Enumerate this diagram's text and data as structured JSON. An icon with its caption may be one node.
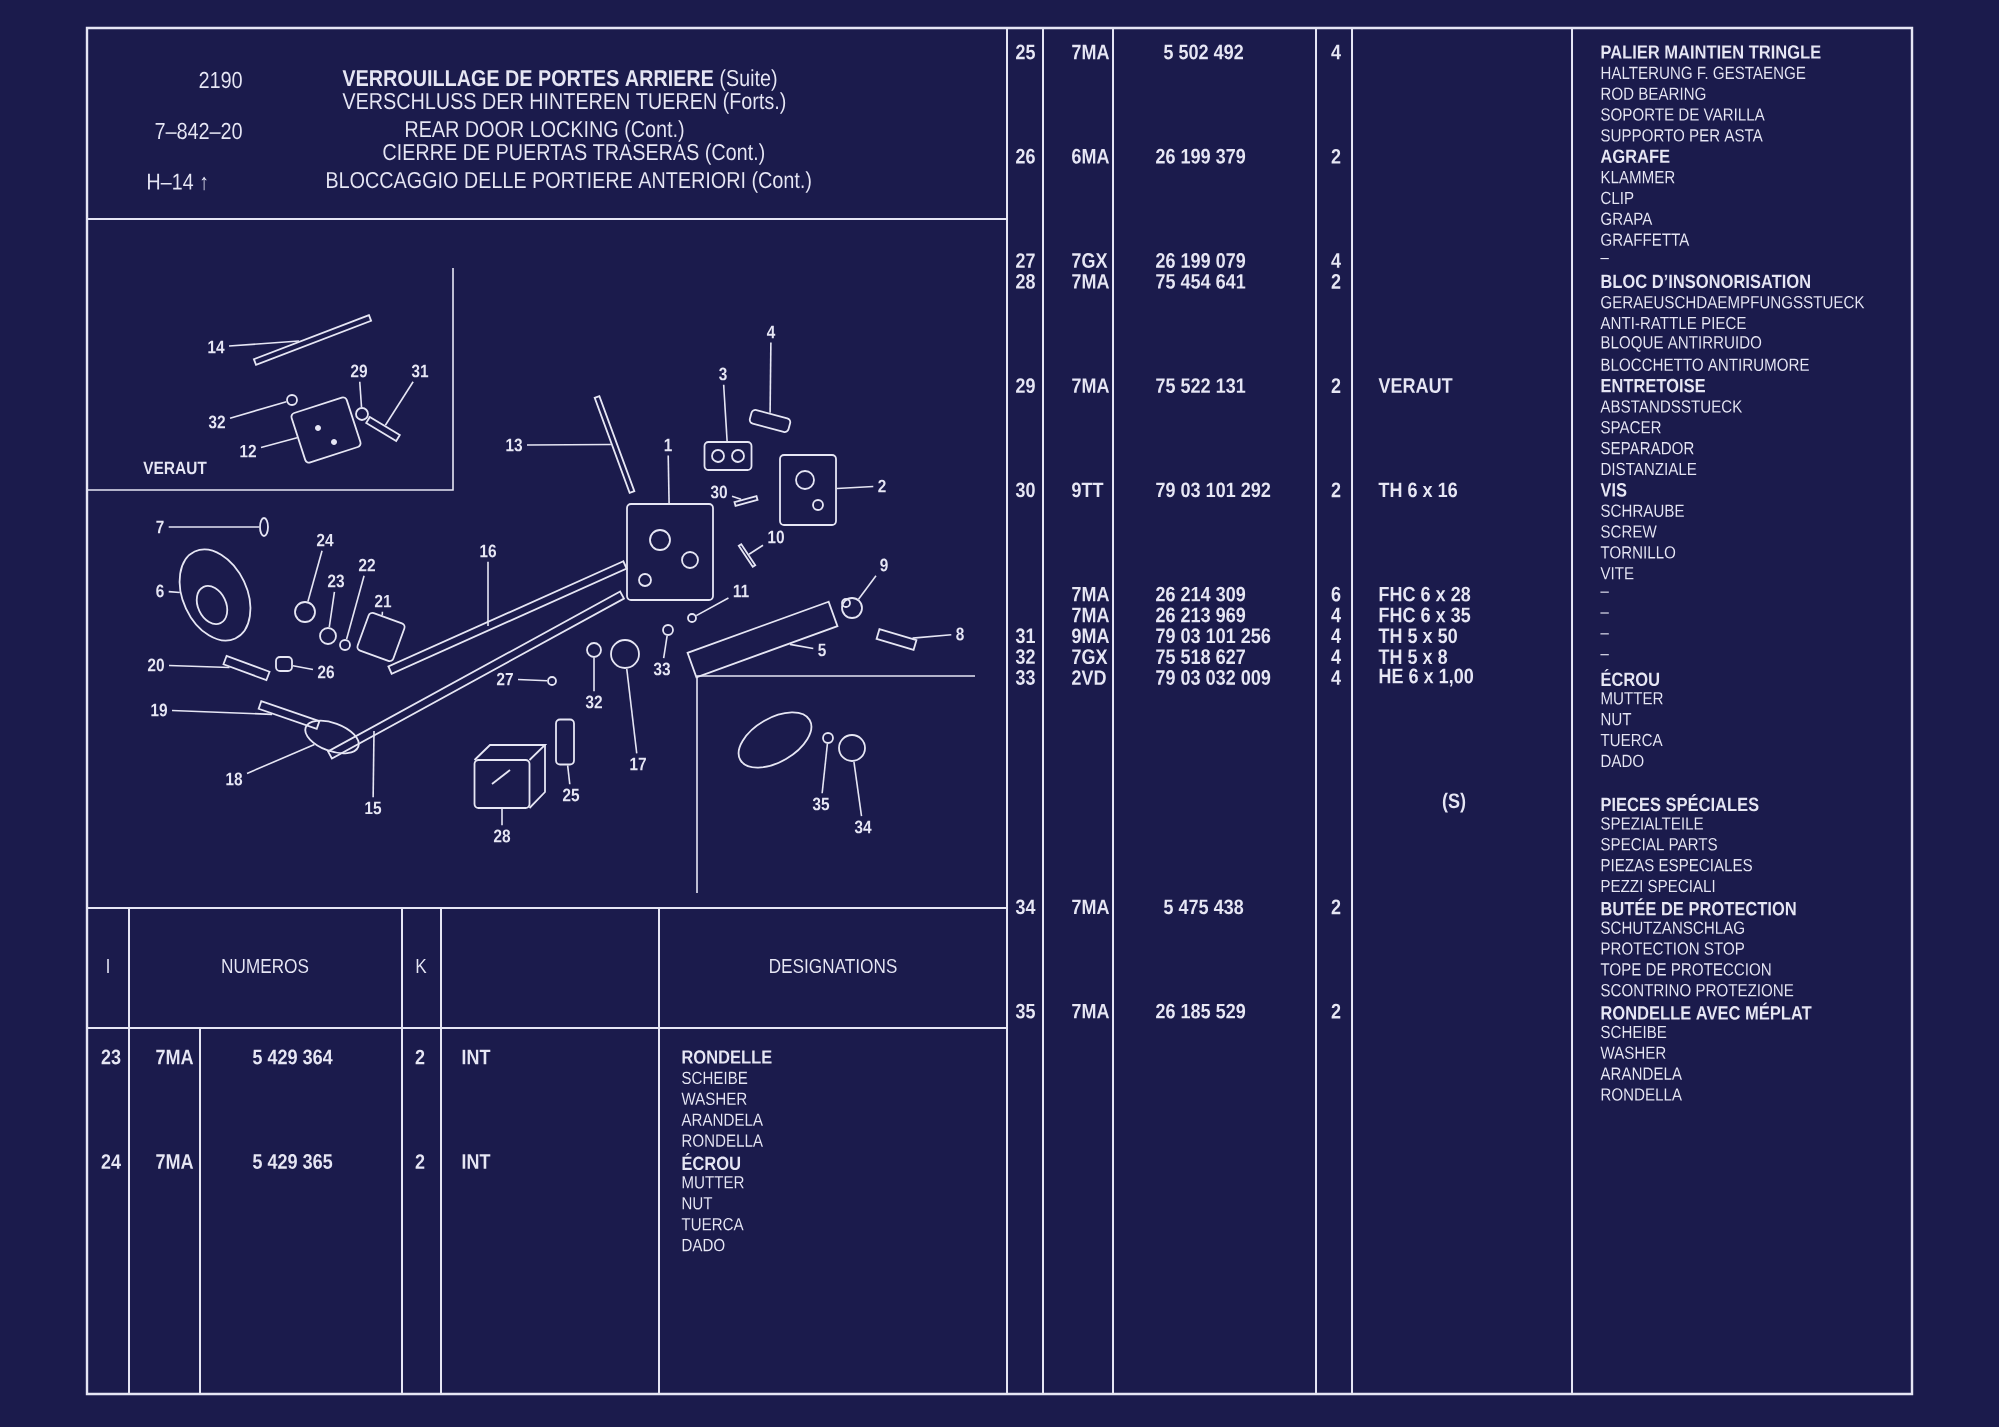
{
  "diagram": {
    "nodes": [
      {
        "text": [
          "14"
        ]
      },
      {
        "text": [
          "29"
        ]
      },
      {
        "text": [
          "31"
        ]
      },
      {
        "text": [
          "32"
        ]
      },
      {
        "text": [
          "12"
        ]
      },
      {
        "text": [
          "4"
        ]
      },
      {
        "text": [
          "3"
        ]
      },
      {
        "text": [
          "13"
        ]
      },
      {
        "text": [
          "1"
        ]
      },
      {
        "text": [
          "2"
        ]
      },
      {
        "text": [
          "30"
        ]
      },
      {
        "text": [
          "7"
        ]
      },
      {
        "text": [
          "10"
        ]
      },
      {
        "text": [
          "24"
        ]
      },
      {
        "text": [
          "16"
        ]
      },
      {
        "text": [
          "22"
        ]
      },
      {
        "text": [
          "9"
        ]
      },
      {
        "text": [
          "23"
        ]
      },
      {
        "text": [
          "6"
        ]
      },
      {
        "text": [
          "11"
        ]
      },
      {
        "text": [
          "21"
        ]
      },
      {
        "text": [
          "8"
        ]
      },
      {
        "text": [
          "5"
        ]
      },
      {
        "text": [
          "20"
        ]
      },
      {
        "text": [
          "33"
        ]
      },
      {
        "text": [
          "26"
        ]
      },
      {
        "text": [
          "27"
        ]
      },
      {
        "text": [
          "32"
        ]
      },
      {
        "text": [
          "19"
        ]
      },
      {
        "text": [
          "17"
        ]
      },
      {
        "text": [
          "18"
        ]
      },
      {
        "text": [
          "25"
        ]
      },
      {
        "text": [
          "35"
        ]
      },
      {
        "text": [
          "15"
        ]
      },
      {
        "text": [
          "34"
        ]
      },
      {
        "text": [
          "28"
        ]
      },
      {
        "text": [],
        "shape": "bar"
      },
      {
        "text": [],
        "shape": "circle"
      },
      {
        "text": [],
        "shape": "bar"
      },
      {
        "text": [],
        "shape": "circle"
      },
      {
        "text": [],
        "shape": "box"
      },
      {
        "text": [],
        "shape": "box"
      },
      {
        "text": [],
        "shape": "box"
      },
      {
        "text": [],
        "shape": "bar"
      },
      {
        "text": [],
        "shape": "box"
      },
      {
        "text": [],
        "shape": "box"
      },
      {
        "text": [],
        "shape": "bar"
      },
      {
        "text": [],
        "shape": "ellipse"
      },
      {
        "text": [],
        "shape": "bar"
      },
      {
        "text": [],
        "shape": "circle"
      },
      {
        "text": [],
        "shape": "bar"
      },
      {
        "text": [],
        "shape": "circle"
      },
      {
        "text": [],
        "shape": "circle"
      },
      {
        "text": [],
        "shape": "circle"
      },
      {
        "text": [],
        "shape": "ellipse"
      },
      {
        "text": [],
        "shape": "circle"
      },
      {
        "text": [],
        "shape": "box"
      },
      {
        "text": [],
        "shape": "bar"
      },
      {
        "text": [],
        "shape": "bar"
      },
      {
        "text": [],
        "shape": "bar"
      },
      {
        "text": [],
        "shape": "circle"
      },
      {
        "text": [],
        "shape": "box"
      },
      {
        "text": [],
        "shape": "circle"
      },
      {
        "text": [],
        "shape": "circle"
      },
      {
        "text": [],
        "shape": "bar"
      },
      {
        "text": [],
        "shape": "circle"
      },
      {
        "text": [],
        "shape": "ellipse"
      },
      {
        "text": [],
        "shape": "box"
      },
      {
        "text": [],
        "shape": "circle"
      },
      {
        "text": [],
        "shape": "bar"
      },
      {
        "text": [],
        "shape": "circle"
      },
      {
        "text": [],
        "shape": "box"
      }
    ],
    "edges": [
      {
        "from": 0,
        "to": 36,
        "arrow": "none"
      },
      {
        "from": 1,
        "to": 37,
        "arrow": "none"
      },
      {
        "from": 2,
        "to": 38,
        "arrow": "none"
      },
      {
        "from": 3,
        "to": 39,
        "arrow": "none"
      },
      {
        "from": 4,
        "to": 40,
        "arrow": "none"
      },
      {
        "from": 5,
        "to": 41,
        "arrow": "none"
      },
      {
        "from": 6,
        "to": 42,
        "arrow": "none"
      },
      {
        "from": 7,
        "to": 43,
        "arrow": "none"
      },
      {
        "from": 8,
        "to": 44,
        "arrow": "none"
      },
      {
        "from": 9,
        "to": 45,
        "arrow": "none"
      },
      {
        "from": 10,
        "to": 46,
        "arrow": "none"
      },
      {
        "from": 11,
        "to": 47,
        "arrow": "none"
      },
      {
        "from": 12,
        "to": 48,
        "arrow": "none"
      },
      {
        "from": 13,
        "to": 49,
        "arrow": "none"
      },
      {
        "from": 14,
        "to": 50,
        "arrow": "none"
      },
      {
        "from": 15,
        "to": 51,
        "arrow": "none"
      },
      {
        "from": 16,
        "to": 52,
        "arrow": "none"
      },
      {
        "from": 17,
        "to": 53,
        "arrow": "none"
      },
      {
        "from": 18,
        "to": 54,
        "arrow": "none"
      },
      {
        "from": 19,
        "to": 55,
        "arrow": "none"
      },
      {
        "from": 20,
        "to": 56,
        "arrow": "none"
      },
      {
        "from": 21,
        "to": 57,
        "arrow": "none"
      },
      {
        "from": 22,
        "to": 58,
        "arrow": "none"
      },
      {
        "from": 23,
        "to": 59,
        "arrow": "none"
      },
      {
        "from": 24,
        "to": 60,
        "arrow": "none"
      },
      {
        "from": 25,
        "to": 61,
        "arrow": "none"
      },
      {
        "from": 26,
        "to": 62,
        "arrow": "none"
      },
      {
        "from": 27,
        "to": 63,
        "arrow": "none"
      },
      {
        "from": 28,
        "to": 64,
        "arrow": "none"
      },
      {
        "from": 29,
        "to": 65,
        "arrow": "none"
      },
      {
        "from": 30,
        "to": 66,
        "arrow": "none"
      },
      {
        "from": 31,
        "to": 67,
        "arrow": "none"
      },
      {
        "from": 32,
        "to": 68,
        "arrow": "none"
      },
      {
        "from": 33,
        "to": 69,
        "arrow": "none"
      },
      {
        "from": 34,
        "to": 70,
        "arrow": "none"
      },
      {
        "from": 35,
        "to": 71,
        "arrow": "none"
      }
    ],
    "labels": [
      "2190",
      "**VERROUILLAGE DE PORTES ARRIERE** (Suite)",
      "VERSCHLUSS DER HINTEREN TUEREN (Forts.)",
      "7–842–20",
      "REAR DOOR LOCKING (Cont.)",
      "CIERRE DE PUERTAS TRASERAS (Cont.)",
      "H–14 ↑",
      "BLOCCAGGIO DELLE PORTIERE ANTERIORI (Cont.)",
      "VERAUT",
      "I",
      "NUMEROS",
      "K",
      "DESIGNATIONS",
      "23",
      "7MA",
      "5 429 364",
      "2",
      "INT",
      "RONDELLE",
      "SCHEIBE",
      "WASHER",
      "ARANDELA",
      "RONDELLA",
      "24",
      "7MA",
      "5 429 365",
      "2",
      "INT",
      "ÉCROU",
      "MUTTER",
      "NUT",
      "TUERCA",
      "DADO",
      "25",
      "7MA",
      "5 502 492",
      "4",
      "PALIER MAINTIEN TRINGLE",
      "HALTERUNG F. GESTAENGE",
      "ROD BEARING",
      "SOPORTE DE VARILLA",
      "SUPPORTO PER ASTA",
      "26",
      "6MA",
      "26 199 379",
      "2",
      "AGRAFE",
      "KLAMMER",
      "CLIP",
      "GRAPA",
      "GRAFFETTA",
      "27",
      "7GX",
      "26 199 079",
      "4",
      "–",
      "28",
      "7MA",
      "75 454 641",
      "2",
      "BLOC D’INSONORISATION",
      "GERAEUSCHDAEMPFUNGSSTUECK",
      "ANTI-RATTLE PIECE",
      "BLOQUE ANTIRRUIDO",
      "BLOCCHETTO ANTIRUMORE",
      "29",
      "7MA",
      "75 522 131",
      "2",
      "VERAUT",
      "ENTRETOISE",
      "ABSTANDSSTUECK",
      "SPACER",
      "SEPARADOR",
      "DISTANZIALE",
      "30",
      "9TT",
      "79 03 101 292",
      "2",
      "TH 6 x 16",
      "VIS",
      "SCHRAUBE",
      "SCREW",
      "TORNILLO",
      "VITE",
      "7MA",
      "26 214 309",
      "6",
      "FHC 6 x 28",
      "–",
      "7MA",
      "26 213 969",
      "4",
      "FHC 6 x 35",
      "–",
      "31",
      "9MA",
      "79 03 101 256",
      "4",
      "TH 5 x 50",
      "–",
      "32",
      "7GX",
      "75 518 627",
      "4",
      "TH 5 x 8",
      "–",
      "33",
      "2VD",
      "79 03 032 009",
      "4",
      "HE 6 x 1,00",
      "ÉCROU",
      "MUTTER",
      "NUT",
      "TUERCA",
      "DADO",
      "(S)",
      "PIECES SPÉCIALES",
      "SPEZIALTEILE",
      "SPECIAL PARTS",
      "PIEZAS ESPECIALES",
      "PEZZI SPECIALI",
      "34",
      "7MA",
      "5 475 438",
      "2",
      "BUTÉE DE PROTECTION",
      "SCHUTZANSCHLAG",
      "PROTECTION STOP",
      "TOPE DE PROTECCION",
      "SCONTRINO PROTEZIONE",
      "35",
      "7MA",
      "26 185 529",
      "2",
      "RONDELLE AVEC MÉPLAT",
      "SCHEIBE",
      "WASHER",
      "ARANDELA",
      "RONDELLA"
    ]
  }
}
